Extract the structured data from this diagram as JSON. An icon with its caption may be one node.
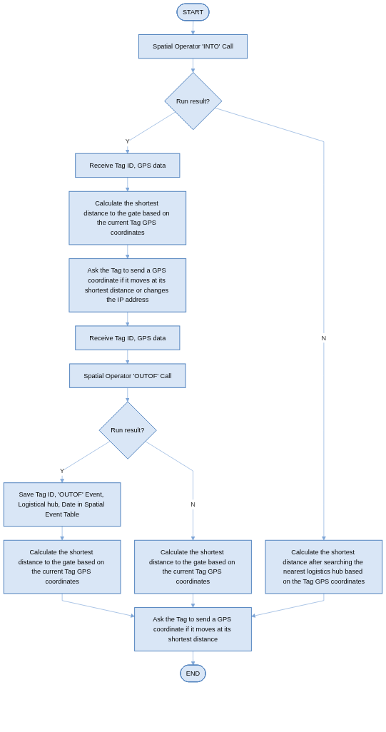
{
  "diagram": {
    "nodes": [
      {
        "text": [
          "START"
        ]
      },
      {
        "text": [
          "Spatial Operator 'INTO' Call"
        ]
      },
      {
        "text": [
          "Run result?"
        ]
      },
      {
        "text": [
          "Calculate the shortest distance after searching the nearest logistics hub based on the Tag GPS coordinates"
        ]
      },
      {
        "text": [
          "Receive Tag ID, GPS data"
        ]
      },
      {
        "text": [
          "Calculate the shortest distance to the gate based on the current Tag GPS coordinates"
        ]
      },
      {
        "text": [
          "Ask the Tag to send a GPS coordinate if it moves at its shortest distance or changes the IP address"
        ]
      },
      {
        "text": [
          "Receive Tag ID, GPS data"
        ]
      },
      {
        "text": [
          "Spatial Operator 'OUTOF' Call"
        ]
      },
      {
        "text": [
          "Run result?"
        ]
      },
      {
        "text": [
          "Calculate the shortest distance to the gate based on the current Tag GPS coordinates"
        ]
      },
      {
        "text": [
          "Save Tag ID, 'OUTOF' Event, Logistical hub, Date in Spatial Event Table"
        ]
      },
      {
        "text": [
          "Calculate the shortest distance to the gate based on the current Tag GPS coordinates"
        ]
      },
      {
        "text": [
          "Ask the Tag to send a GPS coordinate if it moves at its shortest distance"
        ]
      },
      {
        "text": [
          "END"
        ]
      }
    ],
    "edges": [
      {
        "from": 0,
        "to": 1,
        "arrow": "to"
      },
      {
        "from": 1,
        "to": 2,
        "arrow": "to"
      },
      {
        "from": 2,
        "to": 3,
        "label": "N",
        "arrow": "to"
      },
      {
        "from": 2,
        "to": 4,
        "label": "Y",
        "arrow": "to"
      },
      {
        "from": 4,
        "to": 5,
        "arrow": "to"
      },
      {
        "from": 5,
        "to": 6,
        "arrow": "to"
      },
      {
        "from": 6,
        "to": 7,
        "arrow": "to"
      },
      {
        "from": 7,
        "to": 8,
        "arrow": "to"
      },
      {
        "from": 8,
        "to": 9,
        "arrow": "to"
      },
      {
        "from": 9,
        "to": 10,
        "label": "N",
        "arrow": "to"
      },
      {
        "from": 9,
        "to": 11,
        "label": "Y",
        "arrow": "to"
      },
      {
        "from": 11,
        "to": 12,
        "arrow": "to"
      },
      {
        "from": 12,
        "to": 13,
        "arrow": "to"
      },
      {
        "from": 10,
        "to": 13,
        "arrow": "to"
      },
      {
        "from": 3,
        "to": 13,
        "arrow": "to"
      },
      {
        "from": 13,
        "to": 14,
        "arrow": "to"
      }
    ]
  }
}
